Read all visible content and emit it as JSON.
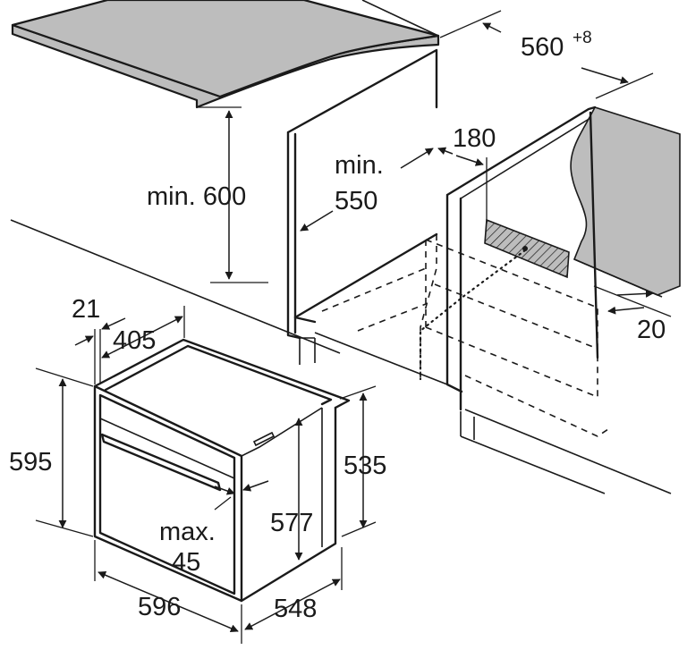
{
  "labels": {
    "min_600": "min. 600",
    "min": "min.",
    "d550": "550",
    "d560": "560",
    "d560_sup": "+8",
    "d180": "180",
    "d20": "20",
    "d21": "21",
    "d405": "405",
    "d595": "595",
    "d535": "535",
    "d577": "577",
    "max": "max.",
    "d45": "45",
    "d596": "596",
    "d548": "548"
  },
  "colors": {
    "line": "#1a1a1a",
    "countertop_fill": "#bdbdbd",
    "background": "#ffffff"
  }
}
